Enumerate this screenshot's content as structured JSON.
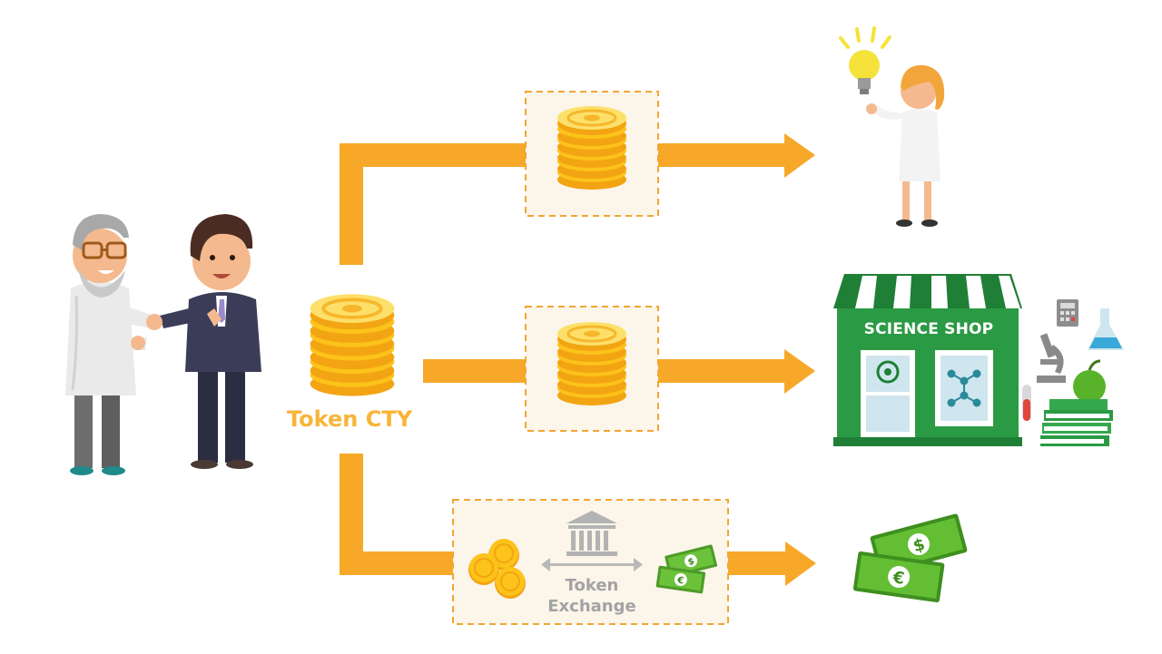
{
  "diagram": {
    "token_label": "Token CTY",
    "exchange_label_line1": "Token",
    "exchange_label_line2": "Exchange",
    "shop_sign": "SCIENCE SHOP",
    "flows": [
      {
        "from": "token-cty",
        "via": "token-payment",
        "to": "scientist"
      },
      {
        "from": "token-cty",
        "via": "token-payment",
        "to": "science-shop"
      },
      {
        "from": "token-cty",
        "via": "token-exchange",
        "to": "fiat-money"
      }
    ],
    "icons": [
      "scientist-icon",
      "businessman-icon",
      "coin-stack-icon",
      "lightbulb-icon",
      "bank-icon",
      "dollar-bill-icon",
      "euro-bill-icon",
      "microscope-icon",
      "flask-icon",
      "calculator-icon",
      "test-tube-icon",
      "apple-icon",
      "books-icon"
    ],
    "colors": {
      "arrow": "#f7a829",
      "coin": "#fcc31a",
      "coin_dark": "#f3a412",
      "box_fill": "#fbf5ea",
      "box_border": "#f2a532",
      "shop_green": "#2b9a44",
      "money_green": "#5fb32e",
      "exchange_gray": "#a3a3a3"
    }
  }
}
